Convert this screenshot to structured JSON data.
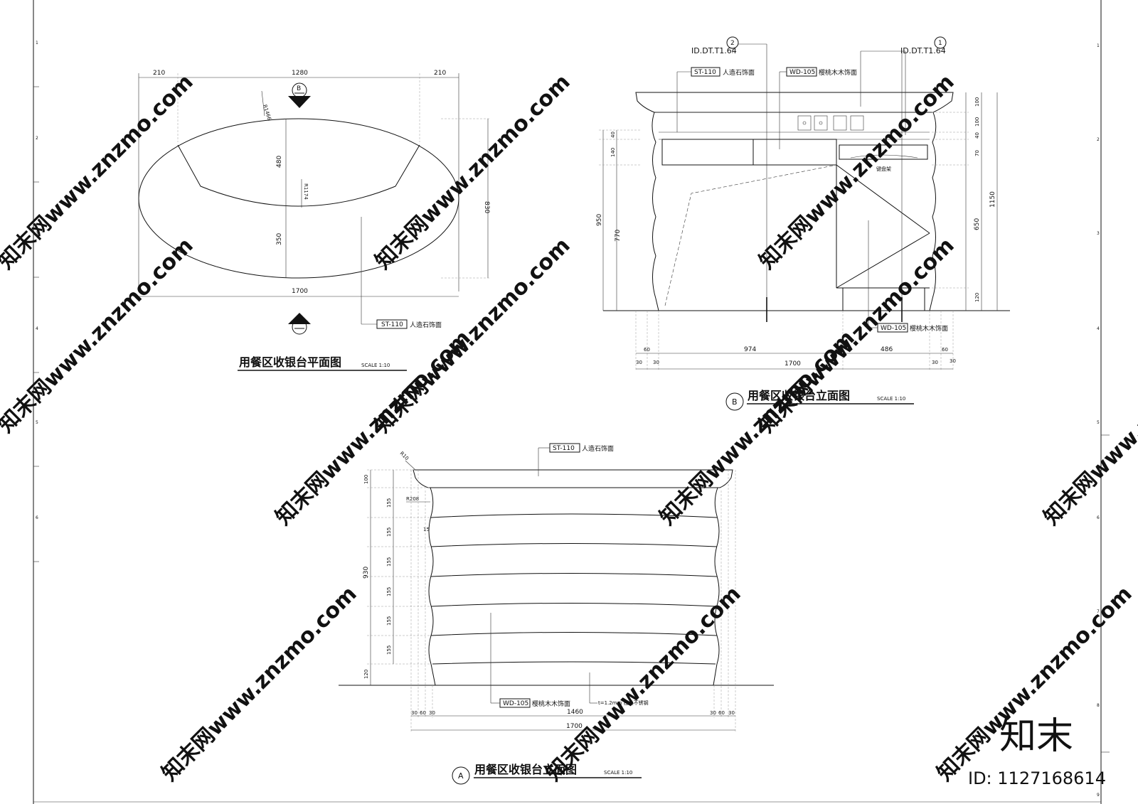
{
  "plan": {
    "title": "用餐区收银台平面图",
    "scale": "SCALE 1:10",
    "dims_top": [
      "210",
      "1280",
      "210"
    ],
    "dim_total": "1700",
    "dim_right": "830",
    "dim_480": "480",
    "dim_350": "350",
    "radius_outer": "R1466",
    "radius_inner": "R1174",
    "section_b": "B",
    "section_a": "A",
    "material_code": "ST-110",
    "material_desc": "人造石饰面"
  },
  "elev_b": {
    "title": "用餐区收银台立面图",
    "scale": "SCALE 1:10",
    "marker": "B",
    "detail_ref_left_num": "2",
    "detail_ref_left": "ID.DT.T1.64",
    "detail_ref_right_num": "1",
    "detail_ref_right": "ID.DT.T1.64",
    "mat1_code": "ST-110",
    "mat1_desc": "人造石饰面",
    "mat2_code": "WD-105",
    "mat2_desc": "樱桃木木饰面",
    "mat3_code": "WD-105",
    "mat3_desc": "樱桃木木饰面",
    "keyboard": "键盘架",
    "dims_left": [
      "40",
      "140",
      "950",
      "770"
    ],
    "dims_right": [
      "100",
      "100",
      "40",
      "70",
      "1150",
      "650",
      "120"
    ],
    "dims_bottom": [
      "60",
      "974",
      "486",
      "60",
      "30",
      "30",
      "30",
      "30"
    ],
    "dim_total": "1700"
  },
  "elev_a": {
    "title": "用餐区收银台立面图",
    "scale": "SCALE 1:10",
    "marker": "A",
    "mat1_code": "ST-110",
    "mat1_desc": "人造石饰面",
    "mat2_code": "WD-105",
    "mat2_desc": "樱桃木木饰面",
    "steel_note": "t=1.2mm 拉丝不锈钢",
    "r10": "R10",
    "r208": "R208",
    "dim_15": "15",
    "dims_left": [
      "100",
      "155",
      "155",
      "155",
      "155",
      "155",
      "155",
      "120"
    ],
    "dim_930": "930",
    "dims_bottom": [
      "30",
      "60",
      "30",
      "1460",
      "30",
      "60",
      "30"
    ],
    "dim_total": "1700"
  },
  "frame": {
    "left_marks": [
      "1",
      "2",
      "3",
      "4",
      "5",
      "6"
    ],
    "right_marks": [
      "1",
      "2",
      "3",
      "4",
      "5",
      "6",
      "7",
      "8",
      "9"
    ]
  },
  "watermark": {
    "brand": "知末",
    "id": "ID: 1127168614",
    "repeat": "知末网www.znzmo.com"
  }
}
